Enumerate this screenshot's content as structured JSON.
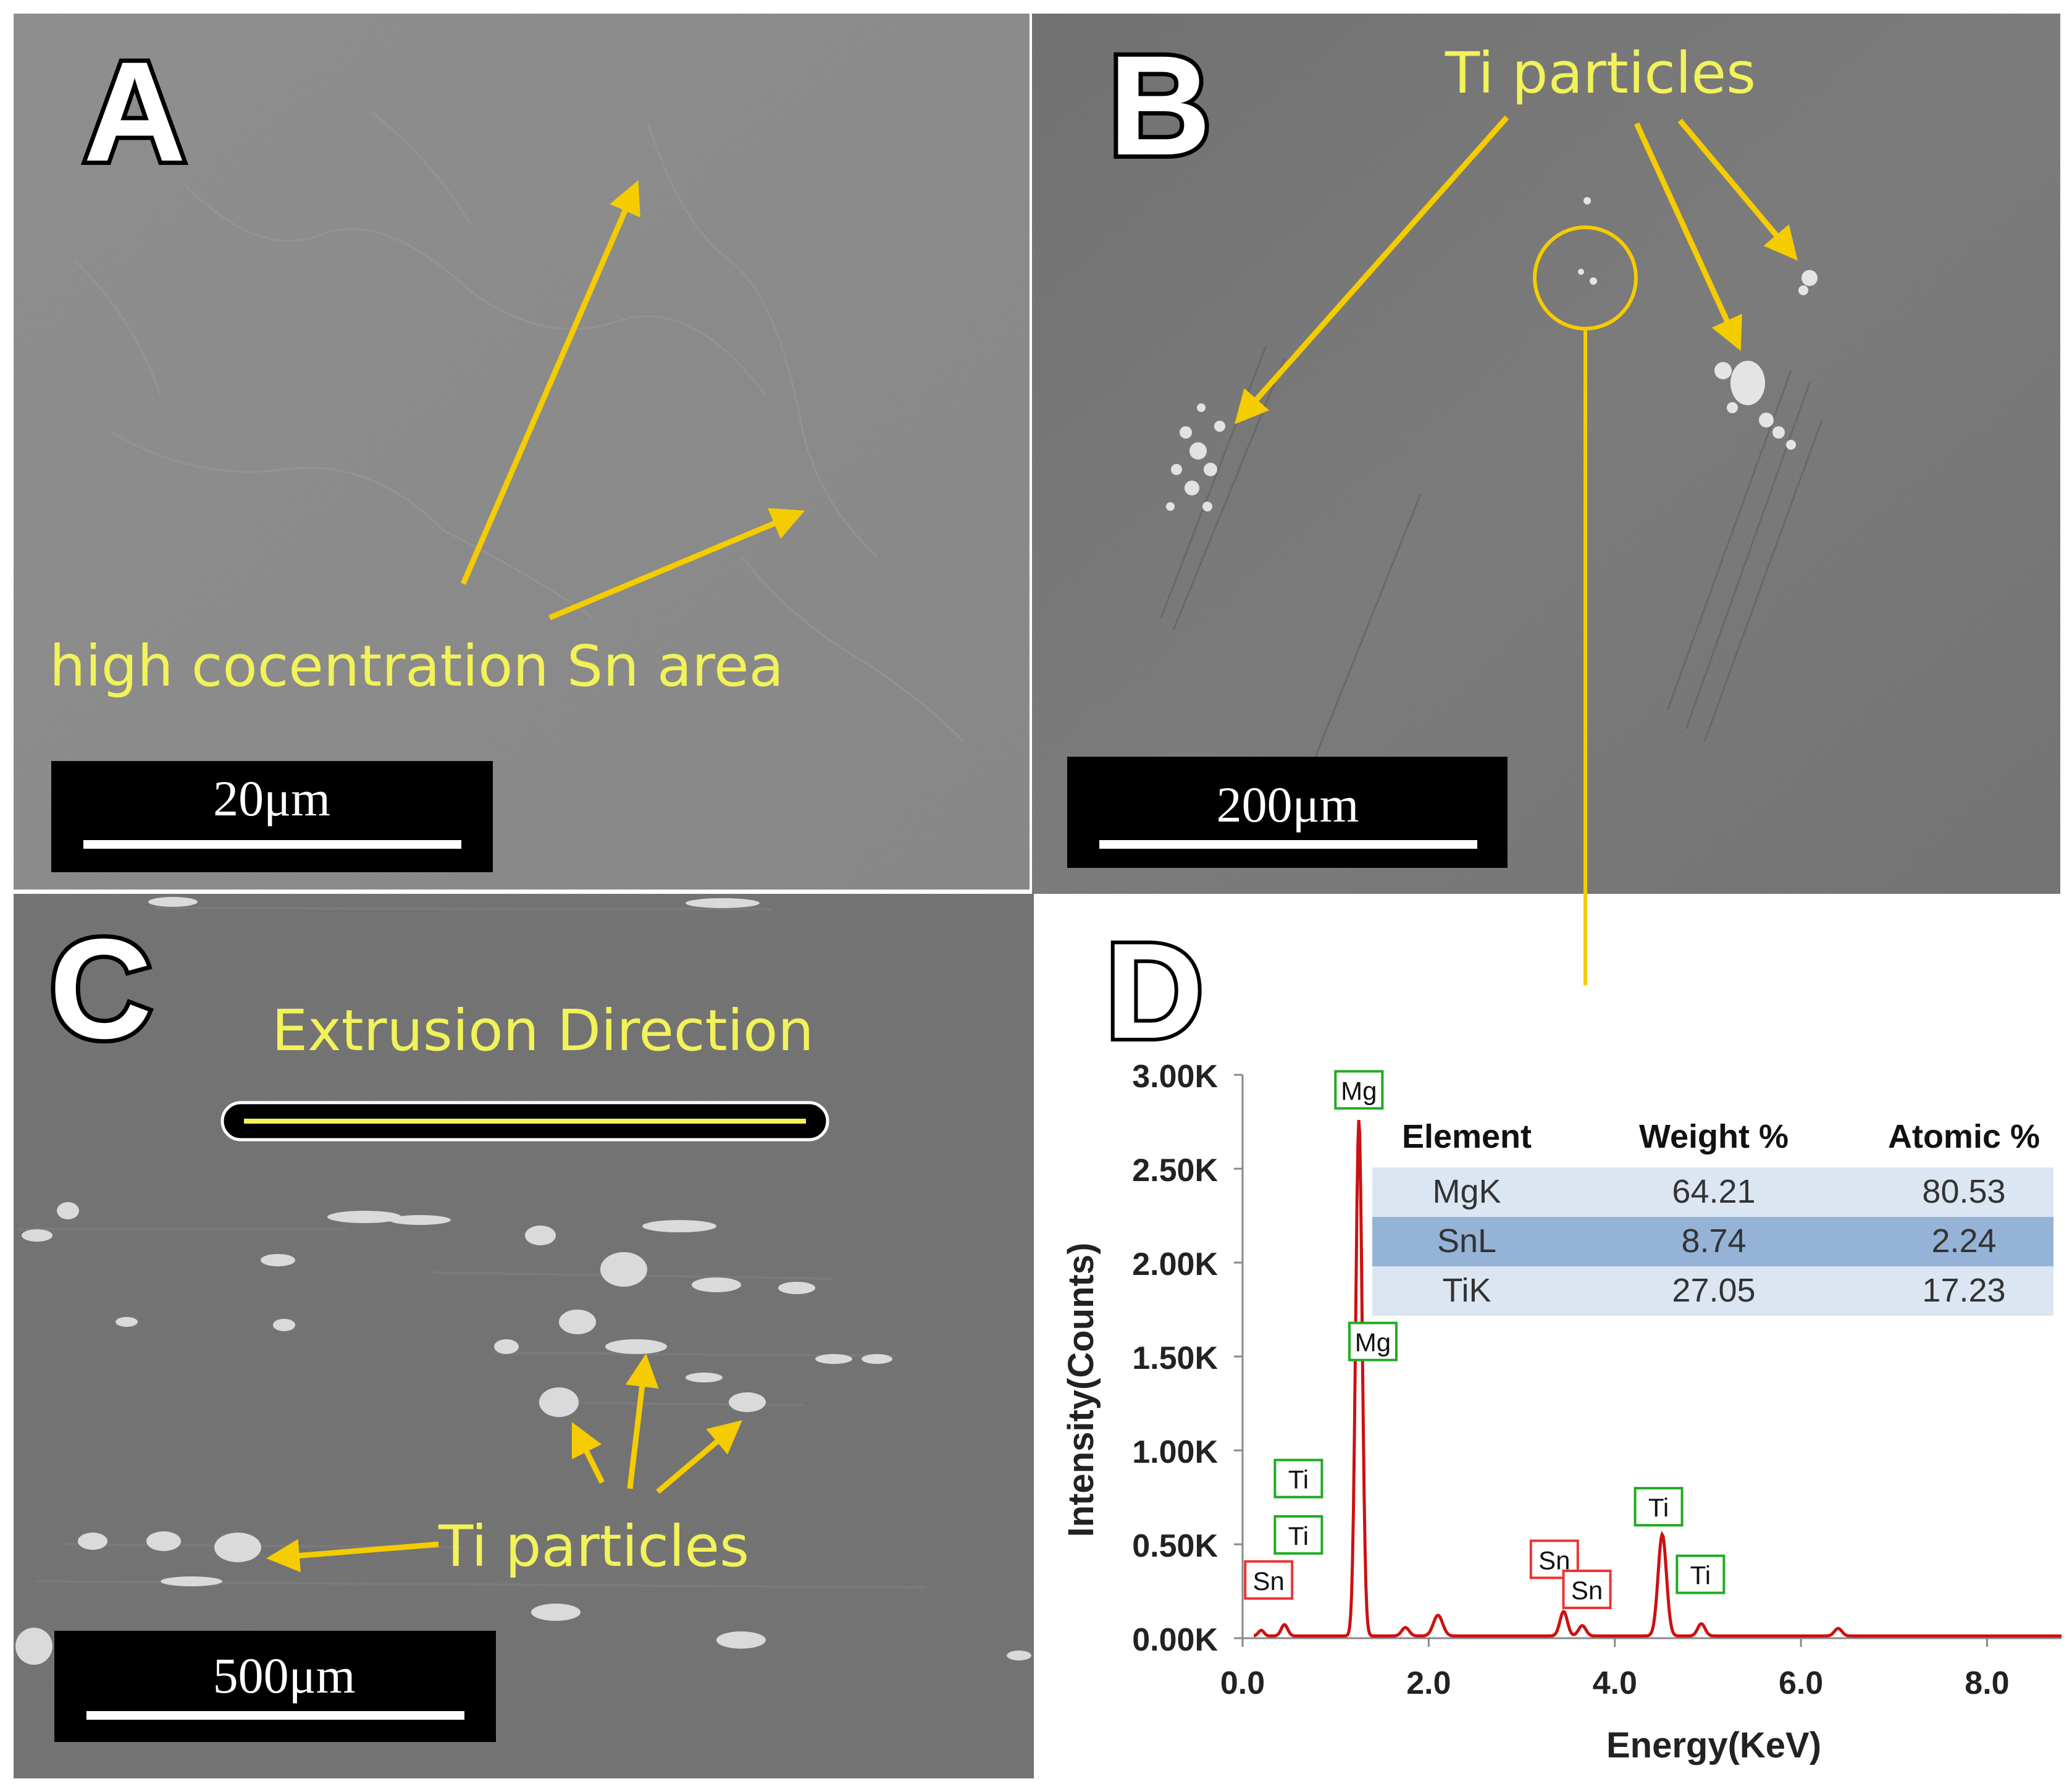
{
  "panels": {
    "a": {
      "letter": "A",
      "annotation": "high cocentration Sn area",
      "scale_bar": "20μm"
    },
    "b": {
      "letter": "B",
      "annotation": "Ti particles",
      "scale_bar": "200μm"
    },
    "c": {
      "letter": "C",
      "direction_label": "Extrusion Direction",
      "annotation": "Ti particles",
      "scale_bar": "500μm"
    },
    "d": {
      "letter": "D"
    }
  },
  "colors": {
    "annotation_yellow": "#f2f25a",
    "arrow_yellow": "#f5cc00",
    "spectrum_red": "#cc1111",
    "label_green": "#22aa22",
    "label_red": "#ee3333"
  },
  "chart_data": {
    "type": "line",
    "title": "",
    "xlabel": "Energy(KeV)",
    "ylabel": "Intensity(Counts)",
    "xlim": [
      0,
      8.8
    ],
    "ylim": [
      0,
      3000
    ],
    "x_ticks": [
      "0.0",
      "2.0",
      "4.0",
      "6.0",
      "8.0"
    ],
    "y_ticks": [
      "0.00K",
      "0.50K",
      "1.00K",
      "1.50K",
      "2.00K",
      "2.50K",
      "3.00K"
    ],
    "grid": false,
    "series": [
      {
        "peaks": [
          {
            "x": 0.2,
            "y": 30,
            "w": 0.03
          },
          {
            "x": 0.45,
            "y": 60,
            "w": 0.035
          },
          {
            "x": 1.25,
            "y": 2750,
            "w": 0.035
          },
          {
            "x": 1.75,
            "y": 45,
            "w": 0.04
          },
          {
            "x": 2.1,
            "y": 110,
            "w": 0.05
          },
          {
            "x": 3.45,
            "y": 130,
            "w": 0.04
          },
          {
            "x": 3.65,
            "y": 55,
            "w": 0.04
          },
          {
            "x": 4.51,
            "y": 540,
            "w": 0.045
          },
          {
            "x": 4.93,
            "y": 65,
            "w": 0.04
          },
          {
            "x": 6.4,
            "y": 40,
            "w": 0.04
          }
        ],
        "baseline": 12
      }
    ],
    "peak_labels": [
      {
        "text": "Mg",
        "x": 1.25,
        "y": 2920,
        "kind": "green"
      },
      {
        "text": "Mg",
        "x": 1.4,
        "y": 1580,
        "kind": "green"
      },
      {
        "text": "Ti",
        "x": 0.6,
        "y": 850,
        "kind": "green"
      },
      {
        "text": "Ti",
        "x": 0.6,
        "y": 550,
        "kind": "green"
      },
      {
        "text": "Sn",
        "x": 0.28,
        "y": 310,
        "kind": "red"
      },
      {
        "text": "Ti",
        "x": 4.47,
        "y": 700,
        "kind": "green"
      },
      {
        "text": "Sn",
        "x": 3.35,
        "y": 420,
        "kind": "red"
      },
      {
        "text": "Sn",
        "x": 3.7,
        "y": 260,
        "kind": "red"
      },
      {
        "text": "Ti",
        "x": 4.92,
        "y": 340,
        "kind": "green"
      }
    ],
    "table": {
      "headers": [
        "Element",
        "Weight %",
        "Atomic %"
      ],
      "rows": [
        [
          "MgK",
          "64.21",
          "80.53"
        ],
        [
          "SnL",
          "8.74",
          "2.24"
        ],
        [
          "TiK",
          "27.05",
          "17.23"
        ]
      ]
    }
  }
}
